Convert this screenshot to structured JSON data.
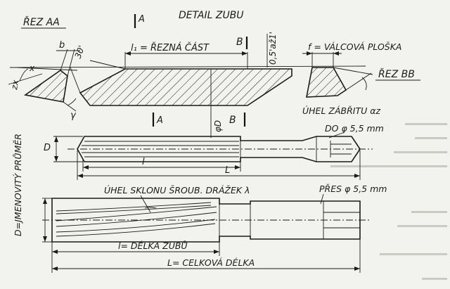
{
  "labels": {
    "detail_title": "DETAIL ZUBU",
    "section_aa": "ŘEZ AA",
    "section_bb": "ŘEZ BB",
    "cut_a_top": "A",
    "cut_a_bottom": "A",
    "cut_b_top": "B",
    "cut_b_bottom": "B",
    "cutting_part": "l₁ = ŘEZNÁ ČÁST",
    "cylindrical_land": "f = VÁLCOVÁ PLOŠKA",
    "clearance_angle": "ÚHEL ZÁBŘITU αz",
    "angle_30": "30'",
    "angle_05": "0,5'až1'",
    "dim_b": "b",
    "dim_x": "x",
    "dim_zx": "zx",
    "dim_gamma": "γ",
    "diameter_phi_d": "φD",
    "dim_d_left": "D",
    "dim_l_small": "l",
    "dim_l_total": "L",
    "shank_up_to": "DO φ 5,5 mm",
    "shank_over": "PŘES φ 5,5 mm",
    "nominal_diameter": "D=JMENOVITÝ PRŮMĚR",
    "helix_angle": "ÚHEL SKLONU ŠROUB. DRÁŽEK λ",
    "tooth_length": "l= DÉLKA ZUBŮ",
    "total_length": "L= CELKOVÁ DÉLKA"
  }
}
